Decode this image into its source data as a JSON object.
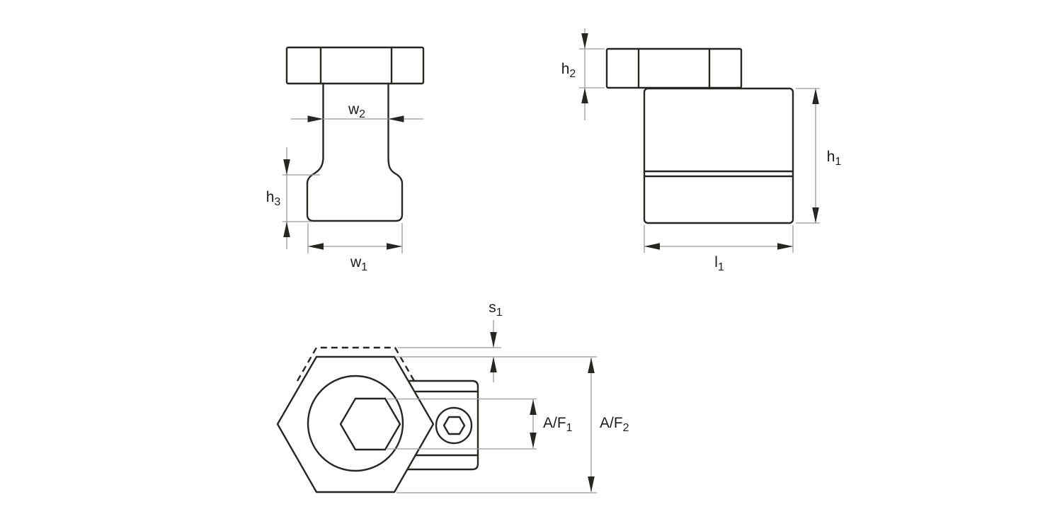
{
  "drawing": {
    "background": "#ffffff",
    "colors": {
      "outline": "#262624",
      "dimension_lines": "#9b9b9b",
      "arrowheads": "#262624",
      "text": "#1c1c1c"
    },
    "front_view": {
      "labels": {
        "w2": {
          "base": "w",
          "sub": "2"
        },
        "h3": {
          "base": "h",
          "sub": "3"
        },
        "w1": {
          "base": "w",
          "sub": "1"
        }
      }
    },
    "side_view": {
      "labels": {
        "h2": {
          "base": "h",
          "sub": "2"
        },
        "h1": {
          "base": "h",
          "sub": "1"
        },
        "l1": {
          "base": "l",
          "sub": "1"
        }
      }
    },
    "top_view": {
      "labels": {
        "s1": {
          "base": "s",
          "sub": "1"
        },
        "af1": {
          "base": "A/F",
          "sub": "1"
        },
        "af2": {
          "base": "A/F",
          "sub": "2"
        }
      }
    }
  }
}
